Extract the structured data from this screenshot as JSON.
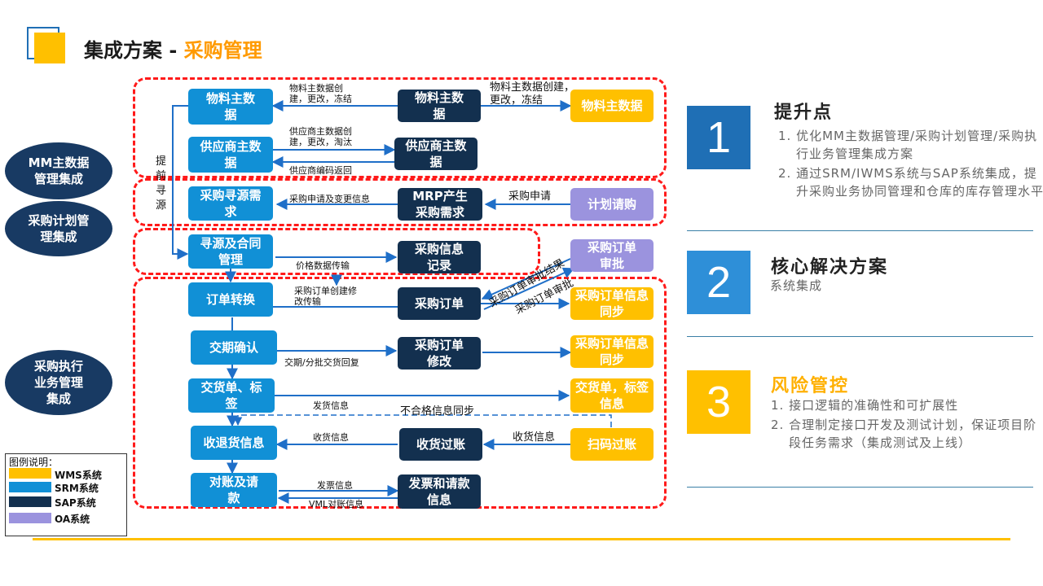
{
  "title": {
    "prefix": "集成方案 - ",
    "accent": "采购管理"
  },
  "ovals": {
    "mm": "MM主数据管理集成",
    "plan": "采购计划管理集成",
    "exec": "采购执行业务管理集成"
  },
  "side_label": "提前寻源",
  "boxes": {
    "srm_material": "物料主数据",
    "srm_vendor": "供应商主数据",
    "srm_sourcing_req": "采购寻源需求",
    "srm_contract": "寻源及合同管理",
    "srm_order_conv": "订单转换",
    "srm_delivery_confirm": "交期确认",
    "srm_delivery_note": "交货单、标签",
    "srm_receipt": "收退货信息",
    "srm_reconcile": "对账及请款",
    "sap_material": "物料主数据",
    "sap_vendor": "供应商主数据",
    "sap_mrp": "MRP产生采购需求",
    "sap_info_record": "采购信息记录",
    "sap_po": "采购订单",
    "sap_po_modify": "采购订单修改",
    "sap_gr_posting": "收货过账",
    "sap_invoice": "发票和请款信息",
    "wms_material": "物料主数据",
    "wms_po_sync1": "采购订单信息同步",
    "wms_po_sync2": "采购订单信息同步",
    "wms_delivery": "交货单，标签信息",
    "wms_scan": "扫码过账",
    "oa_plan": "计划请购",
    "oa_po_approval": "采购订单审批"
  },
  "labels": {
    "material_sync": "物料主数据创建，更改，冻结",
    "material_sync_wms": "物料主数据创建，更改，冻结",
    "vendor_sync": "供应商主数据创建，更改，淘汰",
    "vendor_return": "供应商编码返回",
    "pr_change": "采购申请及变更信息",
    "pr": "采购申请",
    "price": "价格数据传输",
    "po_create": "采购订单创建修改传输",
    "approval_result": "采购订单审批结果",
    "approval_req": "采购订单审批",
    "delivery_reply": "交期/分批交货回复",
    "ship_info": "发货信息",
    "nonconform": "不合格信息同步",
    "receipt_info": "收货信息",
    "receipt_info_wms": "收货信息",
    "invoice_info": "发票信息",
    "vml_recon": "VML对账信息"
  },
  "right": {
    "n1": "1",
    "n2": "2",
    "n3": "3",
    "h1": "提升点",
    "h1_items": [
      "1. 优化MM主数据管理/采购计划管理/采购执行业务管理集成方案",
      "2. 通过SRM/IWMS系统与SAP系统集成，提升采购业务协同管理和仓库的库存管理水平"
    ],
    "h2": "核心解决方案",
    "h2_sub": "系统集成",
    "h3": "风险管控",
    "h3_items": [
      "1. 接口逻辑的准确性和可扩展性",
      "2. 合理制定接口开发及测试计划，保证项目阶段任务需求（集成测试及上线）"
    ],
    "color_blue_dark": "#1f6fb5",
    "color_blue_light": "#2e8fd8",
    "color_yellow": "#ffc000"
  },
  "legend": {
    "title": "图例说明：",
    "items": [
      {
        "label": "WMS系统",
        "color": "#ffc000"
      },
      {
        "label": "SRM系统",
        "color": "#1190d6"
      },
      {
        "label": "SAP系统",
        "color": "#13304f"
      },
      {
        "label": "OA系统",
        "color": "#9b93de"
      }
    ]
  }
}
